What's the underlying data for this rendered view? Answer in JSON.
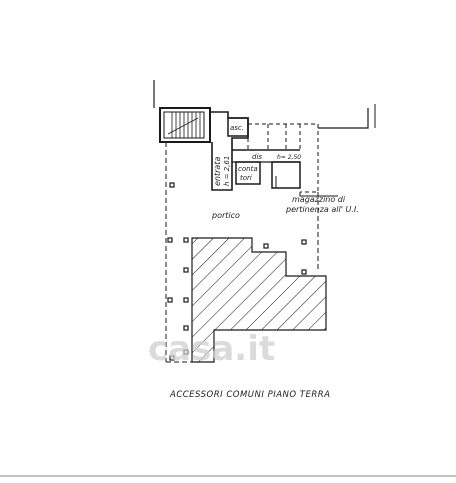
{
  "labels": {
    "asc": "asc.",
    "entrata": "entrata",
    "h1": "h = 2,61",
    "dis": "dis",
    "h2": "h= 2,50",
    "contatori_1": "conta",
    "contatori_2": "tori",
    "magazzino_1": "magazzino  di",
    "magazzino_2": "pertinenza  all' U.I.",
    "portico": "portico",
    "caption": "ACCESSORI  COMUNI  PIANO  TERRA"
  },
  "watermark": "casa.it",
  "colors": {
    "ink": "#1a1a1a",
    "watermark": "#d0d0d0"
  }
}
